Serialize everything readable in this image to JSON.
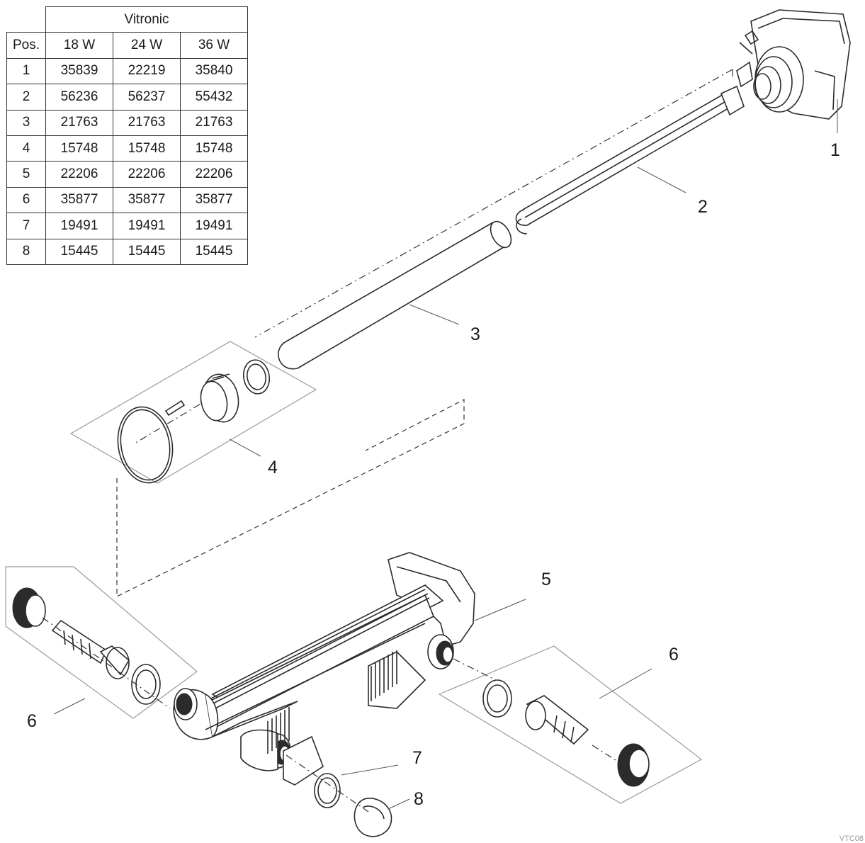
{
  "table": {
    "group_header": "Vitronic",
    "pos_header": "Pos.",
    "columns": [
      "18 W",
      "24 W",
      "36 W"
    ],
    "rows": [
      {
        "pos": "1",
        "values": [
          "35839",
          "22219",
          "35840"
        ]
      },
      {
        "pos": "2",
        "values": [
          "56236",
          "56237",
          "55432"
        ]
      },
      {
        "pos": "3",
        "values": [
          "21763",
          "21763",
          "21763"
        ]
      },
      {
        "pos": "4",
        "values": [
          "15748",
          "15748",
          "15748"
        ]
      },
      {
        "pos": "5",
        "values": [
          "22206",
          "22206",
          "22206"
        ]
      },
      {
        "pos": "6",
        "values": [
          "35877",
          "35877",
          "35877"
        ]
      },
      {
        "pos": "7",
        "values": [
          "19491",
          "19491",
          "19491"
        ]
      },
      {
        "pos": "8",
        "values": [
          "15445",
          "15445",
          "15445"
        ]
      }
    ]
  },
  "callouts": {
    "c1": "1",
    "c2": "2",
    "c3": "3",
    "c4": "4",
    "c5": "5",
    "c6a": "6",
    "c6b": "6",
    "c7": "7",
    "c8": "8"
  },
  "drawing_code": "VTC08"
}
